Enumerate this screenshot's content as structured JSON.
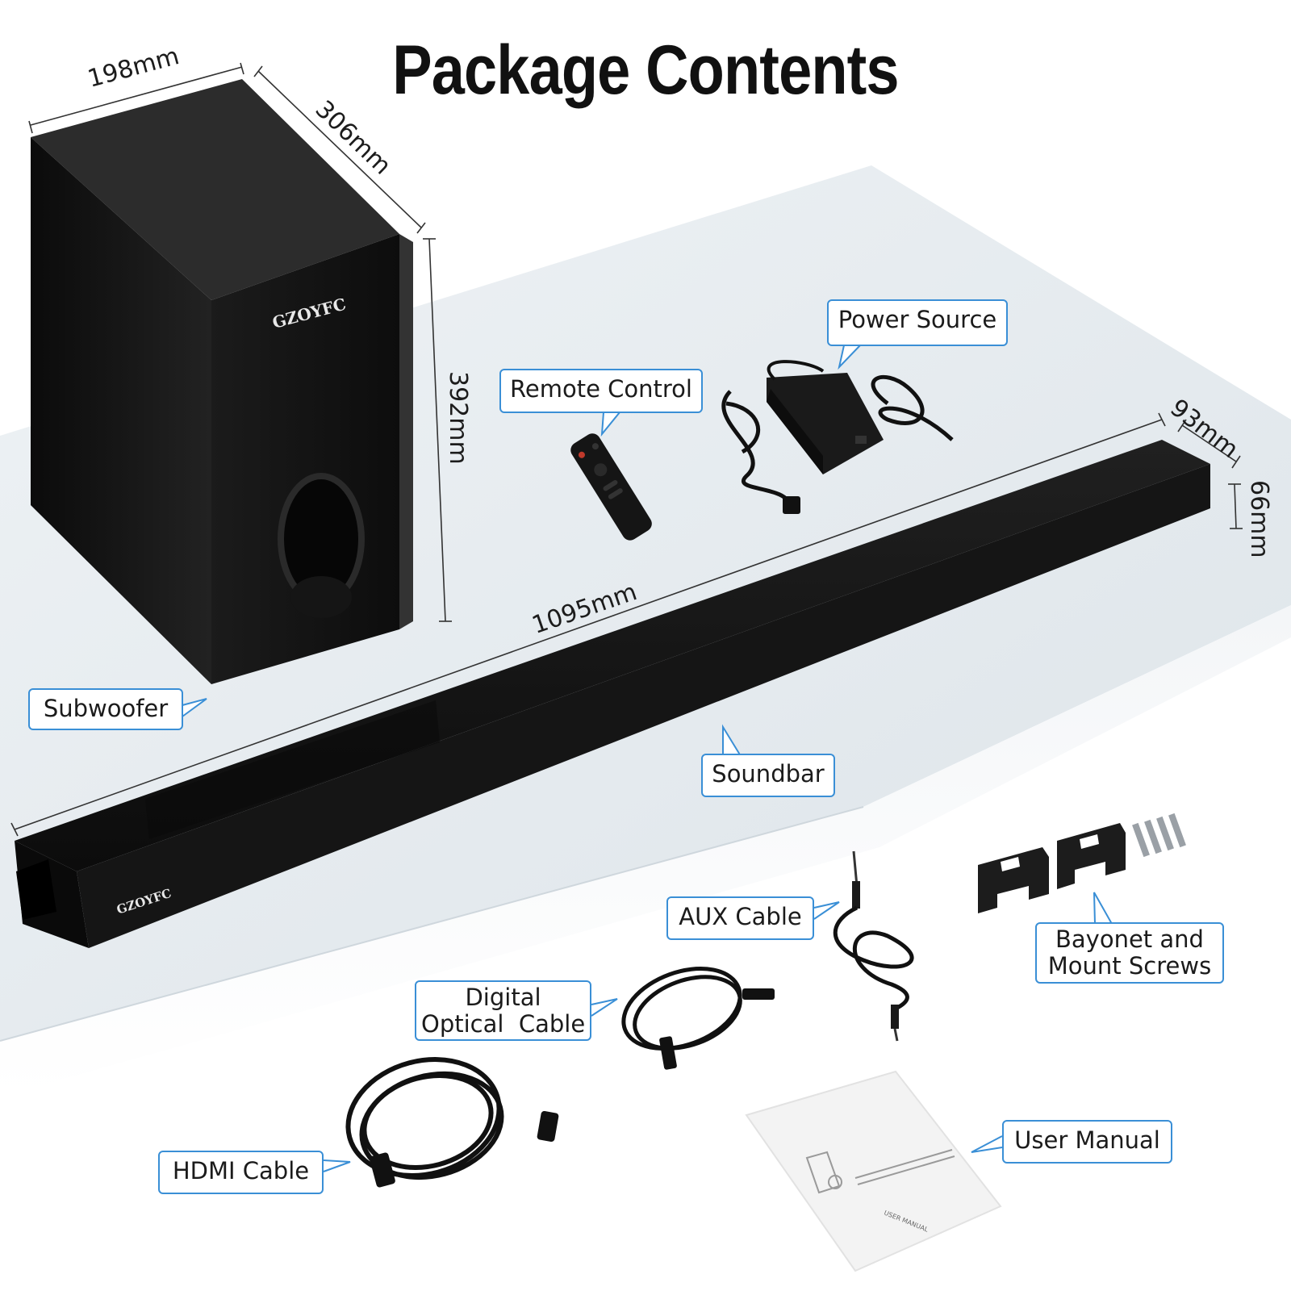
{
  "title": "Package Contents",
  "brand": "GZOYFC",
  "dimensions": {
    "subwoofer_width": "198mm",
    "subwoofer_depth": "306mm",
    "subwoofer_height": "392mm",
    "soundbar_length": "1095mm",
    "soundbar_depth": "93mm",
    "soundbar_height": "66mm"
  },
  "labels": {
    "power_source": "Power Source",
    "remote_control": "Remote Control",
    "subwoofer": "Subwoofer",
    "soundbar": "Soundbar",
    "aux_cable": "AUX Cable",
    "bayonet_line1": "Bayonet and",
    "bayonet_line2": "Mount Screws",
    "digital_line1": "Digital",
    "digital_line2": "Optical  Cable",
    "hdmi_cable": "HDMI Cable",
    "user_manual": "User Manual"
  },
  "manual_cover_text": "USER MANUAL",
  "colors": {
    "callout_border": "#3a8fd6",
    "platform": "#e4eaee",
    "product": "#1a1a1a"
  }
}
